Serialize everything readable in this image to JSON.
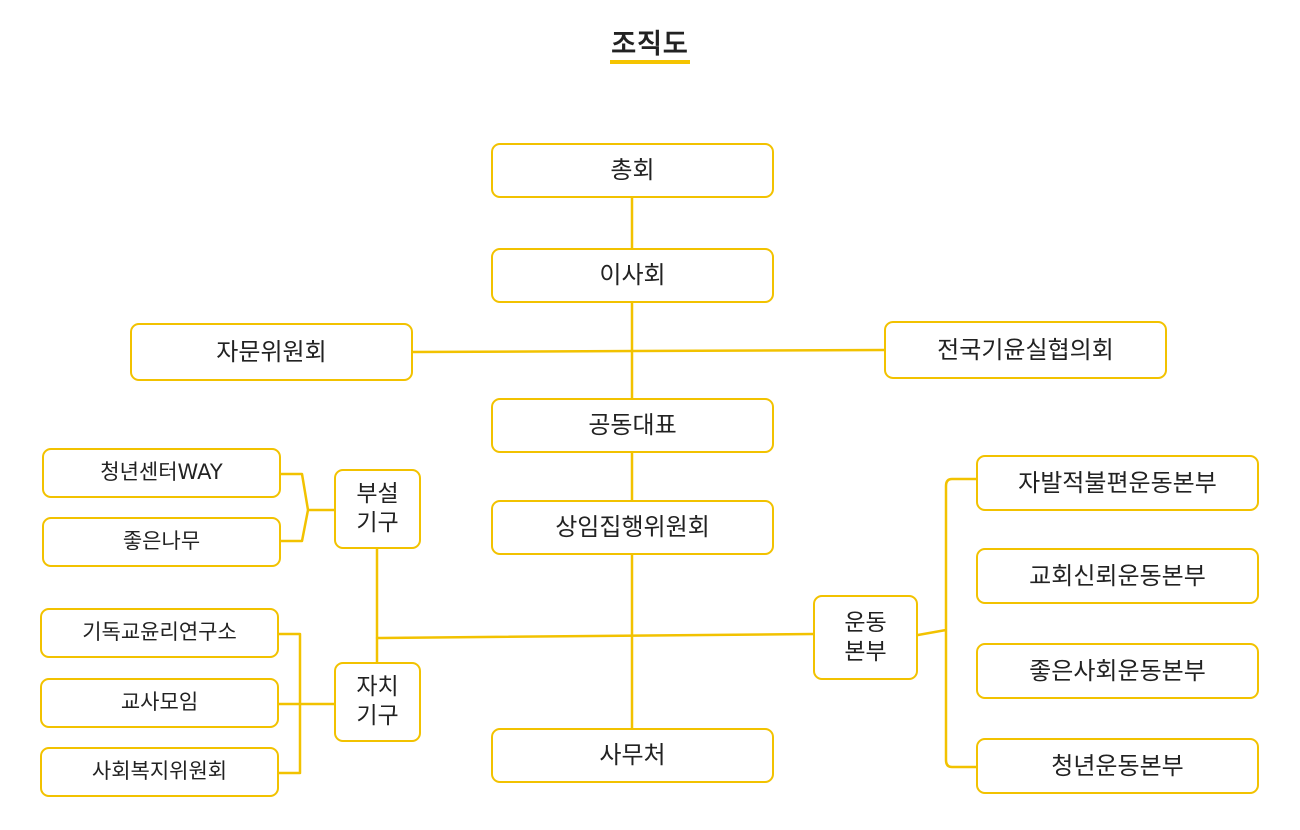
{
  "title": "조직도",
  "colors": {
    "accent": "#f5c400",
    "box_border": "#f2c200",
    "line": "#f2c200",
    "text": "#222222"
  },
  "org": {
    "general_assembly": "총회",
    "board": "이사회",
    "advisory_committee": "자문위원회",
    "national_council": "전국기윤실협의회",
    "co_representatives": "공동대표",
    "executive_committee": "상임집행위원회",
    "secretariat": "사무처"
  },
  "affiliated": {
    "label_line1": "부설",
    "label_line2": "기구",
    "items": [
      "청년센터WAY",
      "좋은나무"
    ]
  },
  "autonomous": {
    "label_line1": "자치",
    "label_line2": "기구",
    "items": [
      "기독교윤리연구소",
      "교사모임",
      "사회복지위원회"
    ]
  },
  "movement": {
    "label_line1": "운동",
    "label_line2": "본부",
    "items": [
      "자발적불편운동본부",
      "교회신뢰운동본부",
      "좋은사회운동본부",
      "청년운동본부"
    ]
  }
}
